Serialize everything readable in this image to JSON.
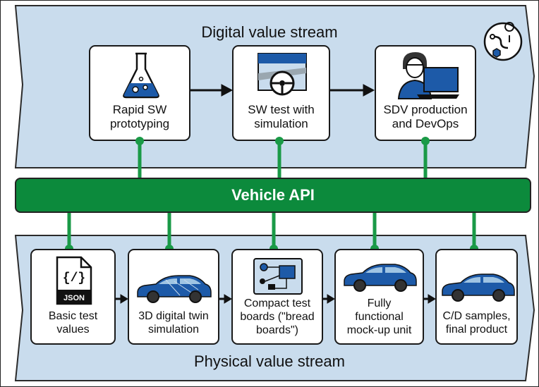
{
  "digital": {
    "title": "Digital value stream",
    "boxes": [
      {
        "label_line1": "Rapid SW",
        "label_line2": "prototyping",
        "icon": "flask-icon"
      },
      {
        "label_line1": "SW test with",
        "label_line2": "simulation",
        "icon": "steering-wheel-icon"
      },
      {
        "label_line1": "SDV production",
        "label_line2": "and DevOps",
        "icon": "developer-laptop-icon"
      }
    ],
    "corner_icon": "route-icon"
  },
  "api": {
    "label": "Vehicle API"
  },
  "physical": {
    "title": "Physical value stream",
    "boxes": [
      {
        "lines": [
          "Basic test",
          "values"
        ],
        "icon": "json-file-icon",
        "icon_text": "JSON"
      },
      {
        "lines": [
          "3D digital twin",
          "simulation"
        ],
        "icon": "digital-twin-car-icon"
      },
      {
        "lines": [
          "Compact test",
          "boards (\"bread",
          "boards\")"
        ],
        "icon": "circuit-board-icon"
      },
      {
        "lines": [
          "Fully",
          "functional",
          "mock-up unit"
        ],
        "icon": "mockup-car-icon"
      },
      {
        "lines": [
          "C/D samples,",
          "final product"
        ],
        "icon": "car-icon"
      }
    ]
  },
  "colors": {
    "band": "#c9dced",
    "band_border": "#2b2b2b",
    "api_green": "#0c8a3c",
    "connector_green": "#1a9a47",
    "car_blue": "#1d5aa8"
  }
}
